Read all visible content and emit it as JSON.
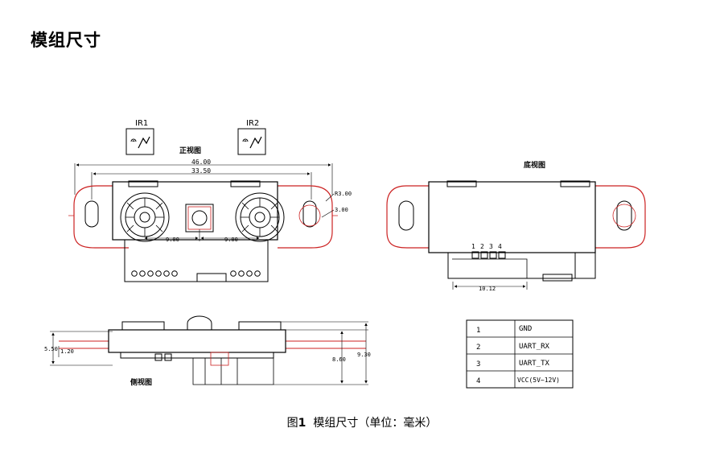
{
  "heading": "模组尺寸",
  "caption": {
    "prefix": "图",
    "number": "1",
    "text": "模组尺寸（单位：毫米）"
  },
  "labels": {
    "ir1": "IR1",
    "ir2": "IR2",
    "front_view": "正视图",
    "bottom_view": "底视图",
    "side_view": "侧视图"
  },
  "dimensions": {
    "overall_width": "46.00",
    "hole_spacing": "33.50",
    "radius_outer": "R3.00",
    "radius_inner": "3.00",
    "lens_offset_left": "9.00",
    "lens_offset_right": "9.00",
    "connector_width": "10.12",
    "side_5_50": "5.50",
    "side_1_20": "1.20",
    "side_8_60": "8.60",
    "side_9_30": "9.30"
  },
  "pin_numbers": [
    "1",
    "2",
    "3",
    "4"
  ],
  "pin_table": {
    "rows": [
      {
        "pin": "1",
        "signal": "GND"
      },
      {
        "pin": "2",
        "signal": "UART_RX"
      },
      {
        "pin": "3",
        "signal": "UART_TX"
      },
      {
        "pin": "4",
        "signal": "VCC(5V~12V)"
      }
    ]
  },
  "colors": {
    "outline": "#cc2222",
    "line": "#000000"
  }
}
